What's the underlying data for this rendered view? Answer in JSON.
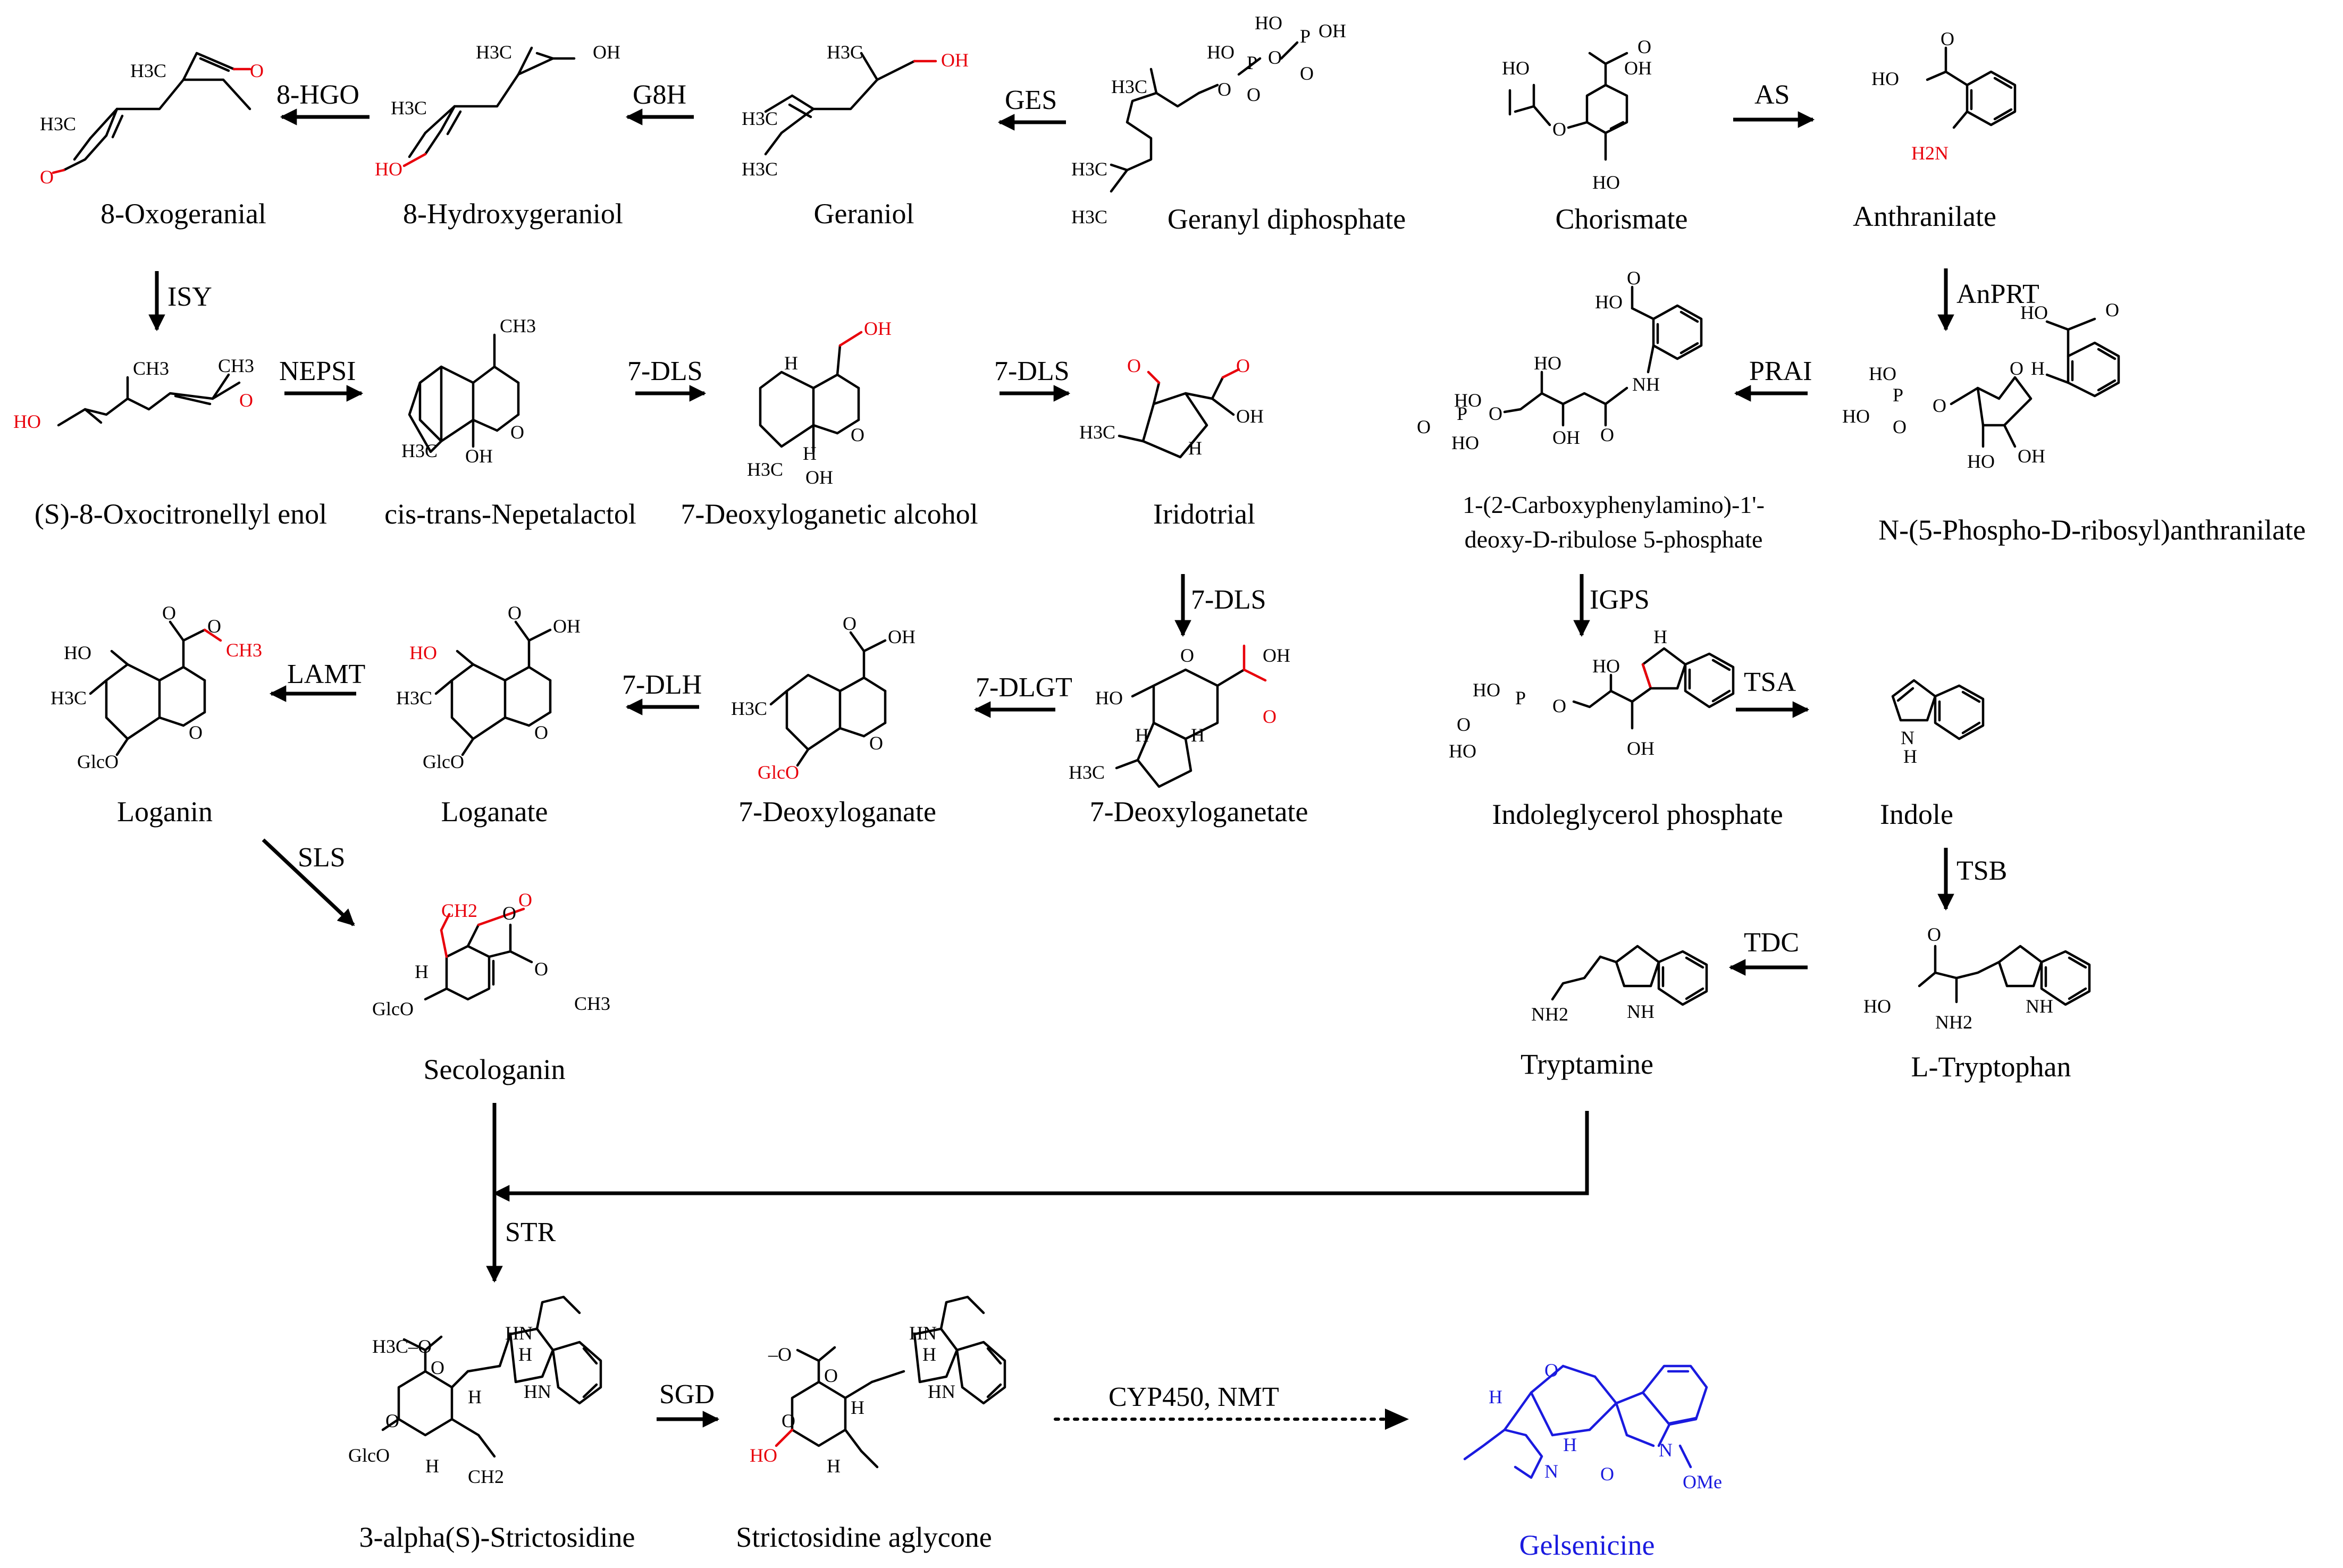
{
  "compounds": {
    "oxogeranial": "8-Oxogeranial",
    "hydroxygeraniol": "8-Hydroxygeraniol",
    "geraniol": "Geraniol",
    "geranyl_diphosphate": "Geranyl diphosphate",
    "chorismate": "Chorismate",
    "anthranilate": "Anthranilate",
    "oxocitronellyl_enol": "(S)-8-Oxocitronellyl enol",
    "nepetalactol": "cis-trans-Nepetalactol",
    "deoxyloganetic_alcohol": "7-Deoxyloganetic alcohol",
    "iridotrial": "Iridotrial",
    "cdrp_line1": "1-(2-Carboxyphenylamino)-1'-",
    "cdrp_line2": "deoxy-D-ribulose 5-phosphate",
    "pra": "N-(5-Phospho-D-ribosyl)anthranilate",
    "loganin": "Loganin",
    "loganate": "Loganate",
    "deoxyloganate": "7-Deoxyloganate",
    "deoxyloganetate": "7-Deoxyloganetate",
    "indoleglycerol_phosphate": "Indoleglycerol phosphate",
    "indole": "Indole",
    "secologanin": "Secologanin",
    "tryptamine": "Tryptamine",
    "tryptophan": "L-Tryptophan",
    "strictosidine": "3-alpha(S)-Strictosidine",
    "strictosidine_aglycone": "Strictosidine aglycone",
    "gelsenicine": "Gelsenicine"
  },
  "enzymes": {
    "hgo": "8-HGO",
    "g8h": "G8H",
    "ges": "GES",
    "as": "AS",
    "isy": "ISY",
    "nepsi": "NEPSI",
    "dls1": "7-DLS",
    "dls2": "7-DLS",
    "dls3": "7-DLS",
    "anprt": "AnPRT",
    "prai": "PRAI",
    "lamt": "LAMT",
    "dlh": "7-DLH",
    "dlgt": "7-DLGT",
    "igps": "IGPS",
    "tsa": "TSA",
    "sls": "SLS",
    "tsb": "TSB",
    "tdc": "TDC",
    "str": "STR",
    "sgd": "SGD",
    "cyp": "CYP450, NMT"
  },
  "atoms": {
    "h3c": "H3C",
    "ch3": "CH3",
    "o": "O",
    "oh": "OH",
    "ho": "HO",
    "h": "H",
    "p": "P",
    "nh": "NH",
    "hn": "HN",
    "n": "N",
    "h2n": "H2N",
    "nh2": "NH2",
    "glco": "GlcO",
    "ch2": "CH2",
    "h3co": "H3C–O",
    "ome": "OMe",
    "o_dash": "–O",
    "oh_red": "HO"
  },
  "colors": {
    "black": "#000000",
    "highlight_red": "#e8000b",
    "product_blue": "#1a1adf"
  }
}
